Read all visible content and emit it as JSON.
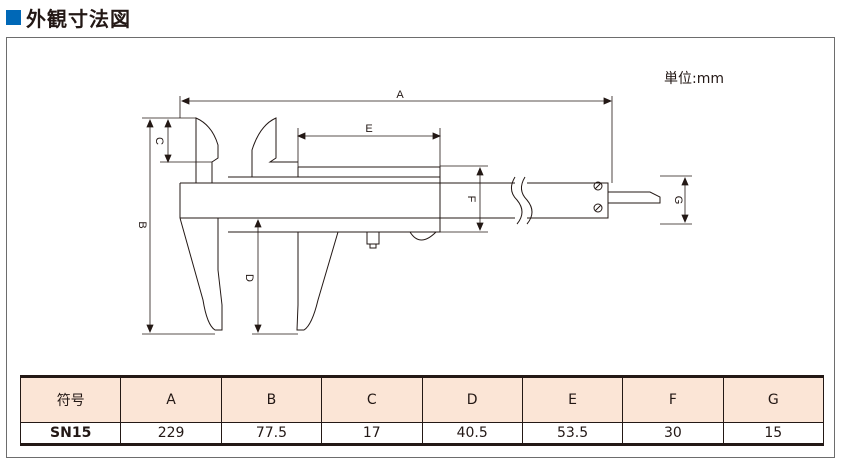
{
  "heading": {
    "title": "外観寸法図",
    "icon": "blue-square-icon",
    "accent": "#0068b7"
  },
  "unit_label": "単位:mm",
  "dimension_labels": {
    "A": "A",
    "B": "B",
    "C": "C",
    "D": "D",
    "E": "E",
    "F": "F",
    "G": "G"
  },
  "table": {
    "header_bg": "#fbe5d6",
    "headers": [
      "符号",
      "A",
      "B",
      "C",
      "D",
      "E",
      "F",
      "G"
    ],
    "rows": [
      [
        "SN15",
        "229",
        "77.5",
        "17",
        "40.5",
        "53.5",
        "30",
        "15"
      ]
    ]
  }
}
